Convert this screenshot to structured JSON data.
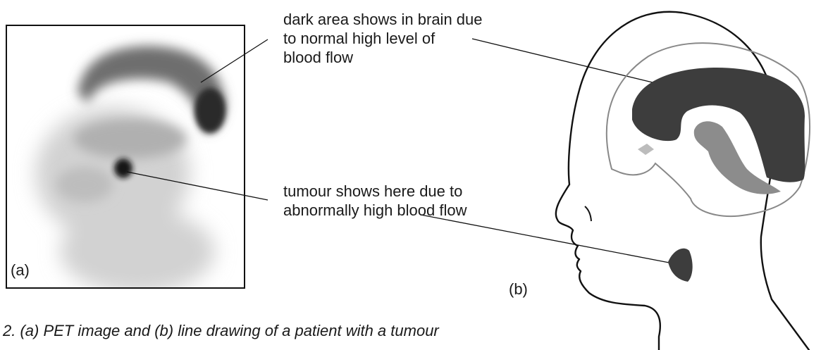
{
  "figure": {
    "panel_a_label": "(a)",
    "panel_b_label": "(b)",
    "callout_brain": [
      "dark area shows in brain due",
      "to normal high level of",
      "blood flow"
    ],
    "callout_tumour": [
      "tumour shows here due to",
      "abnormally high blood flow"
    ],
    "caption": "2. (a) PET image and  (b) line drawing of a patient with a tumour"
  },
  "colors": {
    "dark_fill": "#3d3d3d",
    "mid_fill": "#8c8c8c",
    "light_fill": "#bcbcbc",
    "outline": "#111111",
    "brain_outline": "#888888"
  }
}
